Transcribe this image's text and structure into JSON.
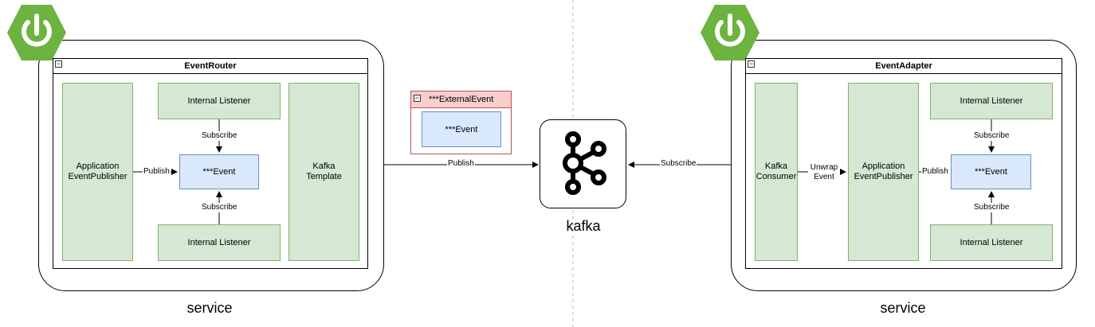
{
  "left_service": {
    "label": "service",
    "container_title": "EventRouter",
    "publisher": "Application EventPublisher",
    "event": "***Event",
    "listener_top": "Internal Listener",
    "listener_bottom": "Internal Listener",
    "template": "Kafka Template",
    "edge_publish": "Publish",
    "edge_subscribe_top": "Subscribe",
    "edge_subscribe_bottom": "Subscribe"
  },
  "right_service": {
    "label": "service",
    "container_title": "EventAdapter",
    "consumer": "Kafka Consumer",
    "publisher": "Application EventPublisher",
    "event": "***Event",
    "listener_top": "Internal Listener",
    "listener_bottom": "Internal Listener",
    "edge_unwrap": "Unwrap Event",
    "edge_publish": "Publish",
    "edge_subscribe_top": "Subscribe",
    "edge_subscribe_bottom": "Subscribe"
  },
  "middle": {
    "external_event_title": "***ExternalEvent",
    "external_event_inner": "***Event",
    "kafka_label": "kafka",
    "edge_publish": "Publish",
    "edge_subscribe": "Subscribe"
  },
  "colors": {
    "spring_green": "#6db33f",
    "node_green_fill": "#d5e8d4",
    "node_green_stroke": "#82b366",
    "node_blue_fill": "#dae8fc",
    "node_blue_stroke": "#6c8ebf",
    "ext_header_fill": "#f8cecc",
    "ext_stroke": "#b85450"
  },
  "icons": [
    "spring-boot-icon",
    "kafka-icon",
    "collapse-icon"
  ]
}
